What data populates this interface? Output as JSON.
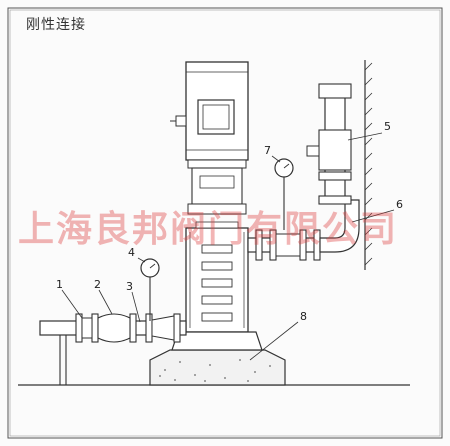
{
  "title": "刚性连接",
  "watermark": "上海良邦阀门有限公司",
  "callouts": [
    {
      "id": "1",
      "text": "1"
    },
    {
      "id": "2",
      "text": "2"
    },
    {
      "id": "3",
      "text": "3"
    },
    {
      "id": "4",
      "text": "4"
    },
    {
      "id": "5",
      "text": "5"
    },
    {
      "id": "6",
      "text": "6"
    },
    {
      "id": "7",
      "text": "7"
    },
    {
      "id": "8",
      "text": "8"
    }
  ],
  "colors": {
    "line": "#333333",
    "watermark": "#dc3c3c",
    "frame": "#555555"
  }
}
